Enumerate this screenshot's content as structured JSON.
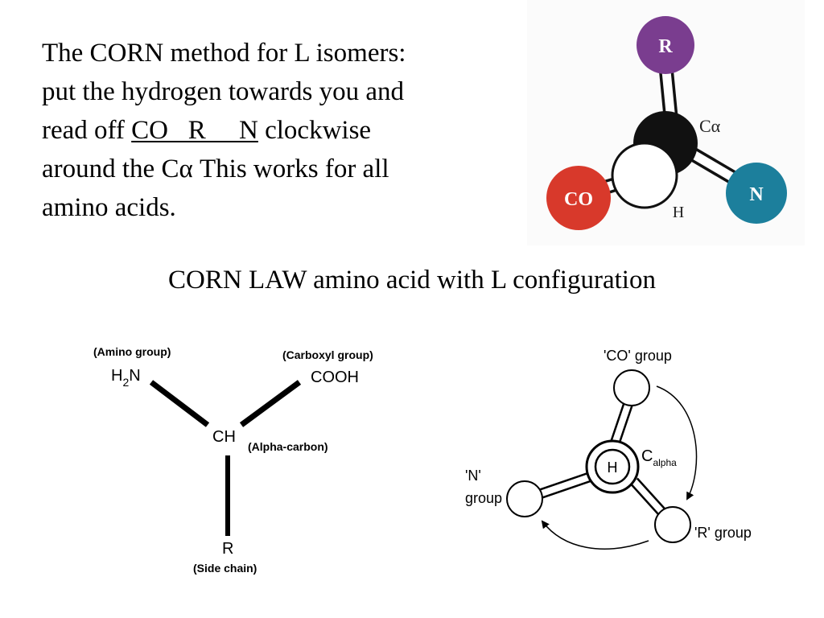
{
  "intro": {
    "line1": "The CORN method for L isomers:",
    "line2": "put the hydrogen towards you and",
    "line3_before": "read off ",
    "line3_underlined": "CO   R     N",
    "line3_after": " clockwise",
    "line4": "around the Cα  This works for all",
    "line5": "amino acids."
  },
  "subtitle": "CORN LAW amino acid with L configuration",
  "ball_model": {
    "r_label": "R",
    "co_label": "CO",
    "n_label": "N",
    "h_label": "H",
    "calpha_label": "Cα",
    "colors": {
      "r": "#7a3d8f",
      "co": "#d8392b",
      "n": "#1c7f9c",
      "calpha": "#111111",
      "h": "#ffffff"
    }
  },
  "structural_formula": {
    "amino_group_label": "(Amino group)",
    "amino_h": "H",
    "amino_sub": "2",
    "amino_n": "N",
    "carboxyl_group_label": "(Carboxyl group)",
    "cooh": "COOH",
    "ch": "CH",
    "alpha_carbon_label": "(Alpha-carbon)",
    "r": "R",
    "side_chain_label": "(Side chain)"
  },
  "wheel_diagram": {
    "co_group_label": "'CO' group",
    "n_label_line1": "'N'",
    "n_label_line2": "group",
    "r_group_label": "'R' group",
    "h_label": "H",
    "c_main": "C",
    "c_sub": "alpha"
  }
}
